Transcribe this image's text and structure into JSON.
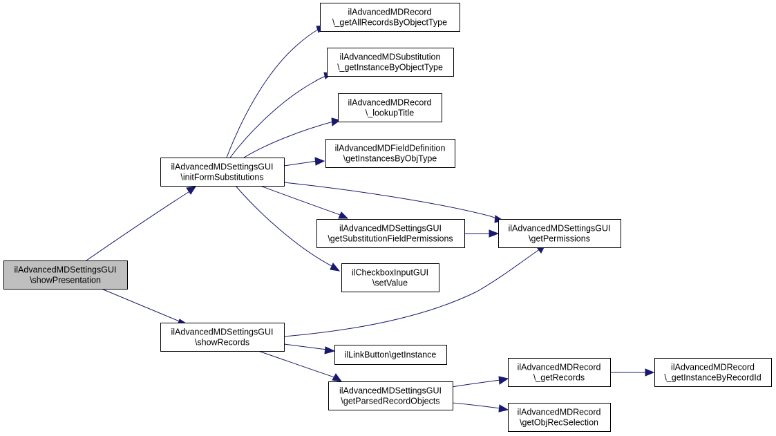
{
  "diagram": {
    "nodes": [
      {
        "id": "showPresentation",
        "lines": [
          "ilAdvancedMDSettingsGUI",
          "\\showPresentation"
        ],
        "root": true
      },
      {
        "id": "initFormSubstitutions",
        "lines": [
          "ilAdvancedMDSettingsGUI",
          "\\initFormSubstitutions"
        ]
      },
      {
        "id": "showRecords",
        "lines": [
          "ilAdvancedMDSettingsGUI",
          "\\showRecords"
        ]
      },
      {
        "id": "getAllRecordsByObjectType",
        "lines": [
          "ilAdvancedMDRecord",
          "\\_getAllRecordsByObjectType"
        ]
      },
      {
        "id": "getInstanceByObjectType",
        "lines": [
          "ilAdvancedMDSubstitution",
          "\\_getInstanceByObjectType"
        ]
      },
      {
        "id": "lookupTitle",
        "lines": [
          "ilAdvancedMDRecord",
          "\\_lookupTitle"
        ]
      },
      {
        "id": "getInstancesByObjType",
        "lines": [
          "ilAdvancedMDFieldDefinition",
          "\\getInstancesByObjType"
        ]
      },
      {
        "id": "getSubstitutionFieldPermissions",
        "lines": [
          "ilAdvancedMDSettingsGUI",
          "\\getSubstitutionFieldPermissions"
        ]
      },
      {
        "id": "getPermissions",
        "lines": [
          "ilAdvancedMDSettingsGUI",
          "\\getPermissions"
        ]
      },
      {
        "id": "setValue",
        "lines": [
          "ilCheckboxInputGUI",
          "\\setValue"
        ]
      },
      {
        "id": "getInstance",
        "lines": [
          "ilLinkButton\\getInstance"
        ]
      },
      {
        "id": "getParsedRecordObjects",
        "lines": [
          "ilAdvancedMDSettingsGUI",
          "\\getParsedRecordObjects"
        ]
      },
      {
        "id": "getRecords",
        "lines": [
          "ilAdvancedMDRecord",
          "\\_getRecords"
        ]
      },
      {
        "id": "getInstanceByRecordId",
        "lines": [
          "ilAdvancedMDRecord",
          "\\_getInstanceByRecordId"
        ]
      },
      {
        "id": "getObjRecSelection",
        "lines": [
          "ilAdvancedMDRecord",
          "\\getObjRecSelection"
        ]
      }
    ],
    "edges": [
      {
        "from": "showPresentation",
        "to": "initFormSubstitutions"
      },
      {
        "from": "showPresentation",
        "to": "showRecords"
      },
      {
        "from": "initFormSubstitutions",
        "to": "getAllRecordsByObjectType"
      },
      {
        "from": "initFormSubstitutions",
        "to": "getInstanceByObjectType"
      },
      {
        "from": "initFormSubstitutions",
        "to": "lookupTitle"
      },
      {
        "from": "initFormSubstitutions",
        "to": "getInstancesByObjType"
      },
      {
        "from": "initFormSubstitutions",
        "to": "getPermissions"
      },
      {
        "from": "initFormSubstitutions",
        "to": "getSubstitutionFieldPermissions"
      },
      {
        "from": "initFormSubstitutions",
        "to": "setValue"
      },
      {
        "from": "getSubstitutionFieldPermissions",
        "to": "getPermissions"
      },
      {
        "from": "showRecords",
        "to": "getPermissions"
      },
      {
        "from": "showRecords",
        "to": "getInstance"
      },
      {
        "from": "showRecords",
        "to": "getParsedRecordObjects"
      },
      {
        "from": "getParsedRecordObjects",
        "to": "getRecords"
      },
      {
        "from": "getParsedRecordObjects",
        "to": "getObjRecSelection"
      },
      {
        "from": "getRecords",
        "to": "getInstanceByRecordId"
      }
    ]
  }
}
